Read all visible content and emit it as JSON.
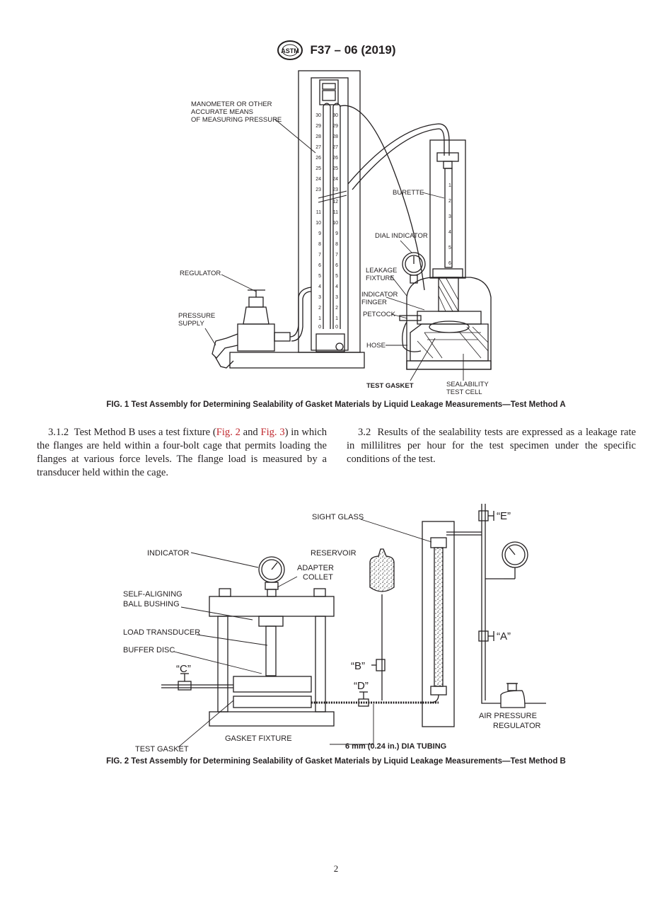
{
  "header": {
    "designation": "F37 – 06 (2019)",
    "logo_icon": "astm-logo-icon",
    "logo_text": "ASTM"
  },
  "fig1": {
    "labels": {
      "manometer": [
        "MANOMETER OR OTHER",
        "ACCURATE MEANS",
        "OF MEASURING PRESSURE"
      ],
      "regulator": "REGULATOR",
      "pressure_supply": [
        "PRESSURE",
        "SUPPLY"
      ],
      "burette": "BURETTE",
      "dial_indicator": "DIAL INDICATOR",
      "leakage_fixture": [
        "LEAKAGE",
        "FIXTURE"
      ],
      "indicator_finger": [
        "INDICATOR",
        "FINGER"
      ],
      "petcock": "PETCOCK",
      "hose": "HOSE",
      "test_gasket": "TEST GASKET",
      "sealability_test_cell": [
        "SEALABILITY",
        "TEST CELL"
      ]
    },
    "scale_upper": [
      "30",
      "29",
      "28",
      "27",
      "26",
      "25",
      "24",
      "23"
    ],
    "scale_lower": [
      "12",
      "11",
      "10",
      "9",
      "8",
      "7",
      "6",
      "5",
      "4",
      "3",
      "2",
      "1",
      "0"
    ],
    "burette_scale": [
      "1",
      "2",
      "3",
      "4",
      "5",
      "6"
    ],
    "caption": "FIG. 1 Test Assembly for Determining Sealability of Gasket Materials by Liquid Leakage Measurements—Test Method A"
  },
  "body": {
    "left": {
      "num": "3.1.2",
      "text_before": "Test Method B uses a test fixture (",
      "link1": "Fig. 2",
      "and": " and ",
      "link2": "Fig. 3",
      "text_after": ") in which the flanges are held within a four-bolt cage that permits loading the flanges at various force levels. The flange load is measured by a transducer held within the cage."
    },
    "right": {
      "num": "3.2",
      "text": "Results of the sealability tests are expressed as a leakage rate in millilitres per hour for the test specimen under the specific conditions of the test."
    }
  },
  "fig2": {
    "labels": {
      "sight_glass": "SIGHT GLASS",
      "valve_e": "“E”",
      "indicator": "INDICATOR",
      "reservoir": "RESERVOIR",
      "adapter_collet": [
        "ADAPTER",
        "COLLET"
      ],
      "self_aligning": [
        "SELF-ALIGNING",
        "BALL BUSHING"
      ],
      "load_transducer": "LOAD TRANSDUCER",
      "buffer_disc": "BUFFER DISC",
      "valve_a": "“A”",
      "valve_b": "“B”",
      "valve_c": "“C”",
      "valve_d": "“D”",
      "air_pressure_regulator": [
        "AIR PRESSURE",
        "REGULATOR"
      ],
      "gasket_fixture": "GASKET FIXTURE",
      "test_gasket": "TEST GASKET",
      "tubing": "6 mm (0.24 in.) DIA TUBING"
    },
    "caption": "FIG. 2 Test Assembly for Determining Sealability of Gasket Materials by Liquid Leakage Measurements—Test Method B"
  },
  "footer": {
    "page_number": "2"
  }
}
